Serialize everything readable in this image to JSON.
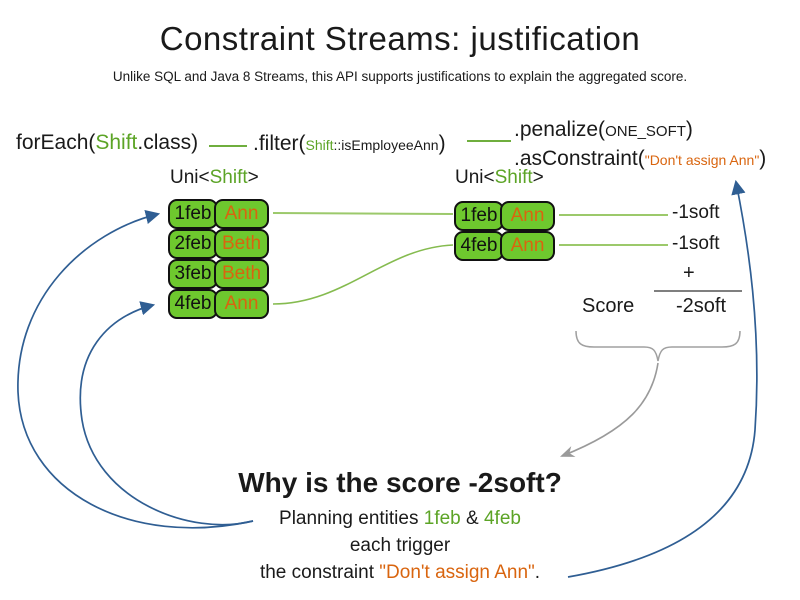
{
  "slide": {
    "title": "Constraint Streams: justification",
    "subtitle": "Unlike SQL and Java 8 Streams, this API supports justifications to explain the aggregated score."
  },
  "code": {
    "foreach": {
      "pre": "forEach(",
      "class_name": "Shift",
      "post": ".class)"
    },
    "filter": {
      "pre": ".filter(",
      "class_name": "Shift",
      "method_ref": "::isEmployeeAnn",
      "post": ")"
    },
    "penalize": {
      "pre": ".penalize(",
      "arg": "ONE_SOFT",
      "post": ")"
    },
    "as_constraint": {
      "pre": ".asConstraint(",
      "string": "\"Don't assign Ann\"",
      "post": ")"
    }
  },
  "left_stream": {
    "header": {
      "pre": "Uni<",
      "type": "Shift",
      "post": ">"
    },
    "rows": [
      {
        "date": "1feb",
        "employee": "Ann"
      },
      {
        "date": "2feb",
        "employee": "Beth"
      },
      {
        "date": "3feb",
        "employee": "Beth"
      },
      {
        "date": "4feb",
        "employee": "Ann"
      }
    ]
  },
  "filtered_stream": {
    "header": {
      "pre": "Uni<",
      "type": "Shift",
      "post": ">"
    },
    "rows": [
      {
        "date": "1feb",
        "employee": "Ann"
      },
      {
        "date": "4feb",
        "employee": "Ann"
      }
    ]
  },
  "penalties": [
    "-1soft",
    "-1soft"
  ],
  "score_summary": {
    "plus": "+",
    "label": "Score",
    "value": "-2soft"
  },
  "justification": {
    "heading": "Why is the score -2soft?",
    "line1_pre": "Planning entities ",
    "entity1": "1feb",
    "amp": " & ",
    "entity2": "4feb",
    "line2": "each trigger",
    "line3_pre": "the constraint ",
    "constraint": "\"Don't assign Ann\"",
    "line3_post": "."
  },
  "colors": {
    "green_text": "#5ca426",
    "box_fill": "#6ec82e",
    "stream_line_green": "#9cc96b",
    "code_line_green": "#6fae3e",
    "orange": "#d9650f",
    "blue_arrow": "#2f5e93",
    "gray": "#9a9a9a",
    "score_line_gray": "#7f7f7f"
  }
}
